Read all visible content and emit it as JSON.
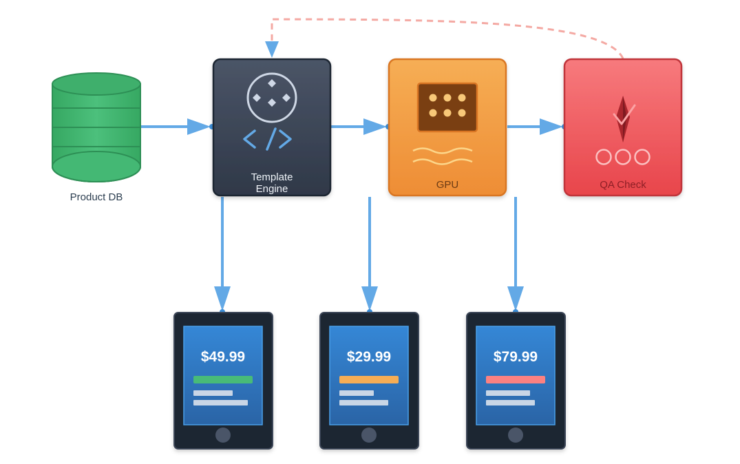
{
  "nodes": {
    "product_db": {
      "label": "Product DB",
      "icon": "database-icon",
      "color": "#3fb46f"
    },
    "template_engine": {
      "label_line1": "Template",
      "label_line2": "Engine",
      "icon": "template-code-icon",
      "color": "#3f4a5c"
    },
    "gpu": {
      "label": "GPU",
      "icon": "gpu-chip-icon",
      "color": "#f29b3c"
    },
    "qa_check": {
      "label": "QA Check",
      "icon": "qa-check-icon",
      "color": "#ef5b5f"
    }
  },
  "devices": [
    {
      "price": "$49.99",
      "accent": "#48bb78"
    },
    {
      "price": "$29.99",
      "accent": "#f6ad55"
    },
    {
      "price": "$79.99",
      "accent": "#fc8181"
    }
  ],
  "colors": {
    "arrow": "#63a9e6",
    "feedback": "#f4a9a3",
    "device_frame": "#1f2633",
    "device_screen": "#2f7fcf"
  }
}
